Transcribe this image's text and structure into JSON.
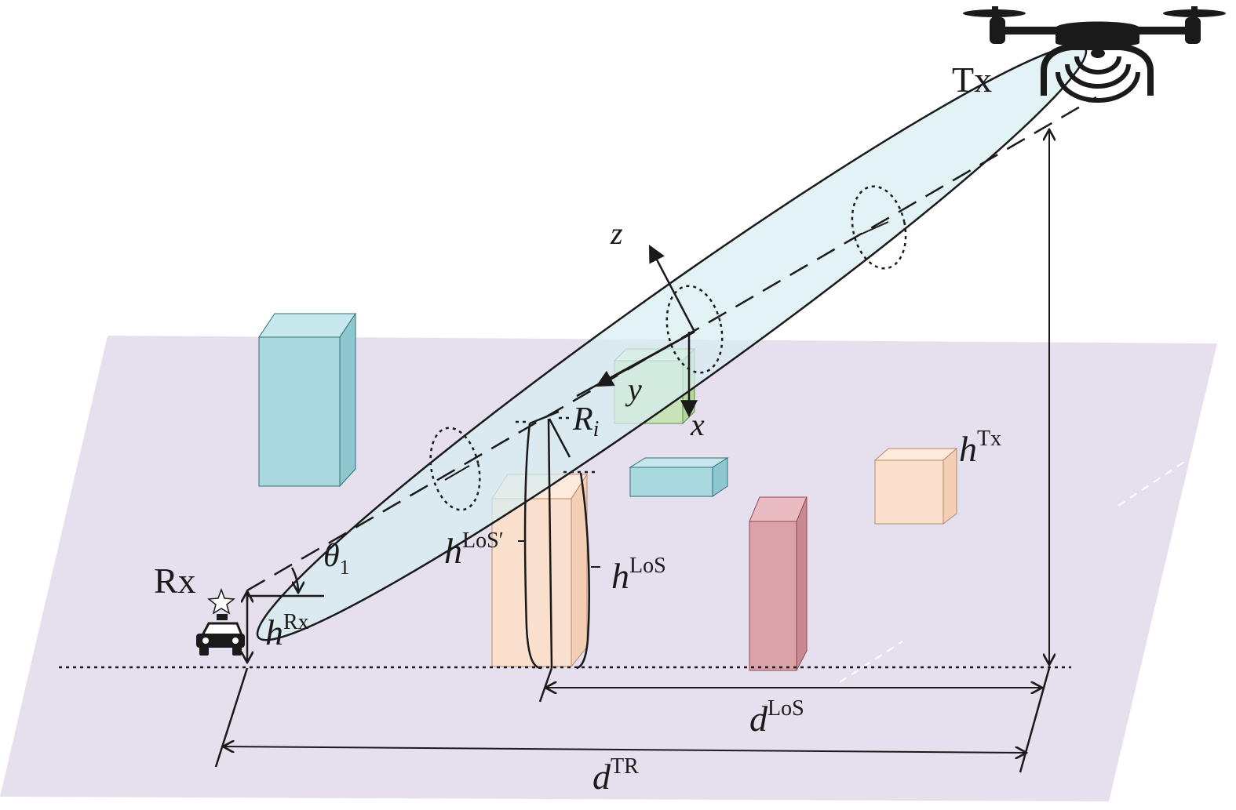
{
  "labels": {
    "tx": "Tx",
    "rx": "Rx",
    "z": "z",
    "y": "y",
    "x": "x",
    "r_main": "R",
    "r_sub": "i",
    "theta_main": "θ",
    "theta_sub": "1",
    "h": "h",
    "d": "d",
    "h_tx_sup": "Tx",
    "h_rx_sup": "Rx",
    "h_los_sup": "LoS",
    "h_los_prime_sup": "LoS′",
    "d_los_sup": "LoS",
    "d_tr_sup": "TR"
  },
  "icons": {
    "drone": "drone-icon",
    "car": "car-icon",
    "star": "star-icon"
  },
  "colors": {
    "ground": "#e6dfed",
    "ellipsoid": "#d9eef1",
    "building_blue": "#a9d8de",
    "building_peach": "#fbe0cd",
    "building_green": "#c8e3b8",
    "building_red": "#dca2aa",
    "ink": "#1a1a1a"
  }
}
